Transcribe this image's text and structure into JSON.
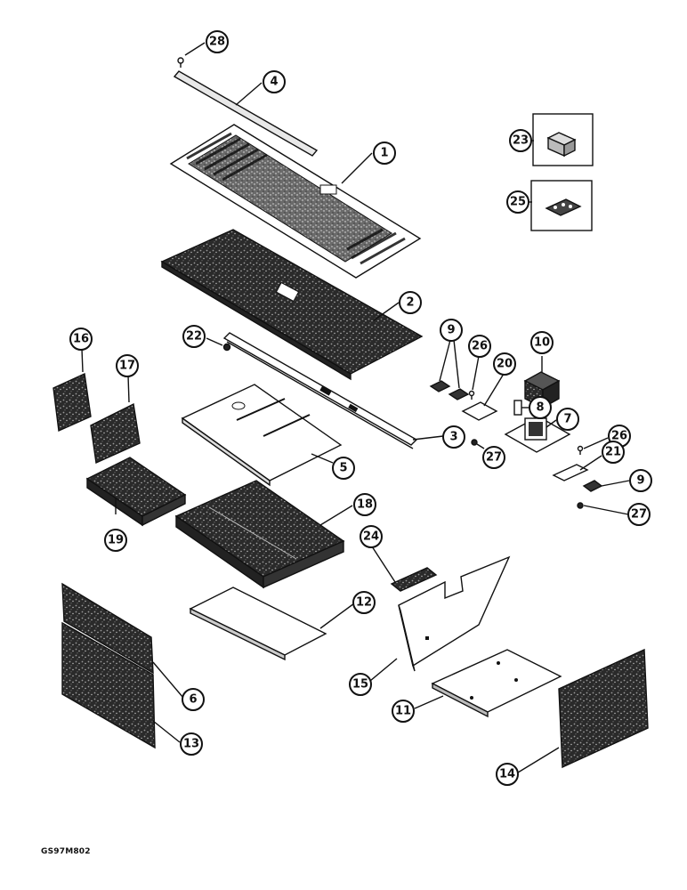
{
  "diagram_ref": "GS97M802",
  "callouts": [
    "28",
    "4",
    "1",
    "23",
    "25",
    "2",
    "22",
    "16",
    "17",
    "9",
    "26",
    "20",
    "10",
    "8",
    "7",
    "3",
    "27",
    "26",
    "21",
    "9",
    "27",
    "5",
    "18",
    "19",
    "24",
    "12",
    "15",
    "6",
    "11",
    "13",
    "14"
  ]
}
